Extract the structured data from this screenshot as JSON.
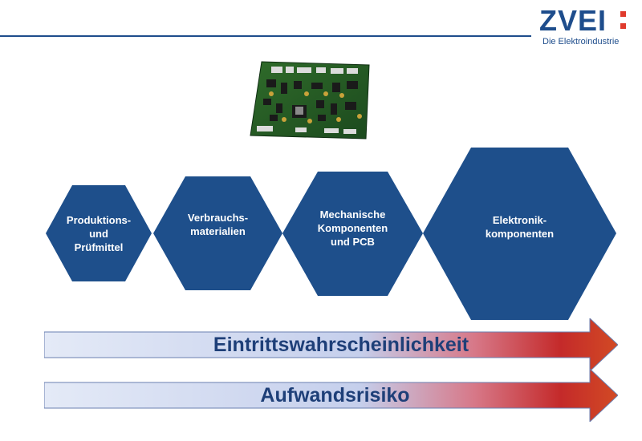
{
  "logo": {
    "main": "ZVEI",
    "colon": ":",
    "tagline": "Die Elektroindustrie"
  },
  "image": {
    "name": "printed-circuit-board"
  },
  "hexagons": [
    {
      "label": "Produktions-\nund\nPrüfmittel"
    },
    {
      "label": "Verbrauchs-\nmaterialien"
    },
    {
      "label": "Mechanische\nKomponenten\nund PCB"
    },
    {
      "label": "Elektronik-\nkomponenten"
    }
  ],
  "arrows": [
    {
      "label": "Eintrittswahrscheinlichkeit"
    },
    {
      "label": "Aufwandsrisiko"
    }
  ],
  "colors": {
    "hexagon": "#1e4f8b",
    "brand_blue": "#1e4d8c",
    "logo_red": "#e03a2c",
    "arrow_start": "#e4eaf7",
    "arrow_end": "#cc3322"
  }
}
